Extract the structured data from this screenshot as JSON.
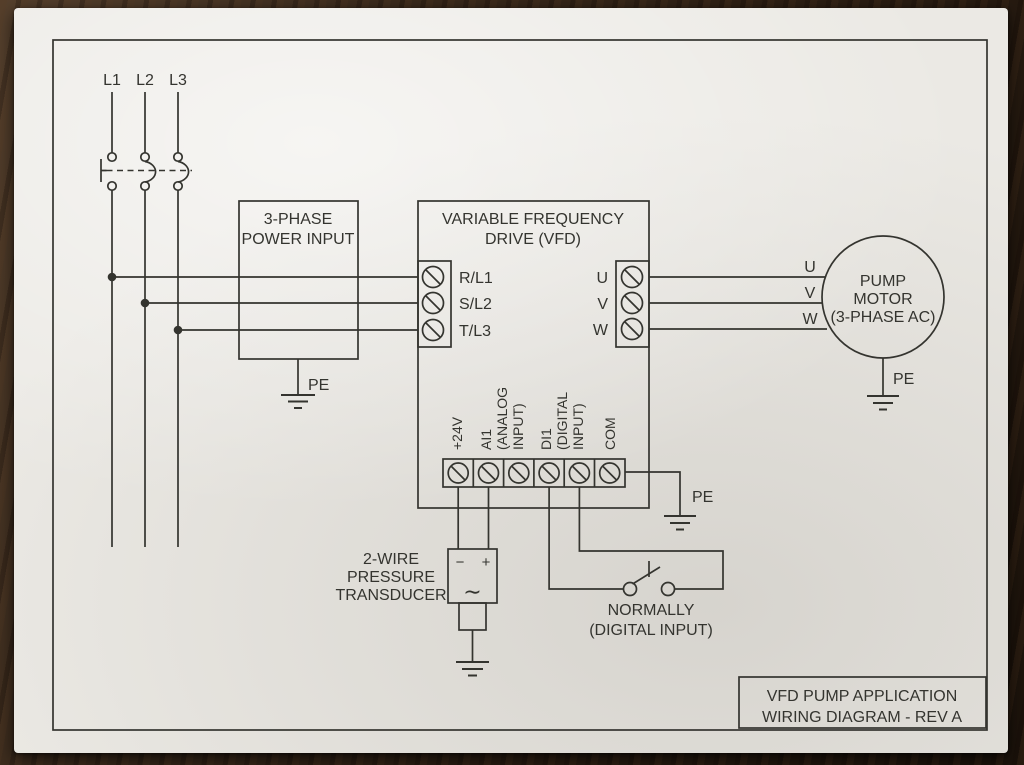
{
  "colors": {
    "ink": "#34342f",
    "paper": "#ebe9e4",
    "wood": "#33251a"
  },
  "supply": {
    "phases": [
      "L1",
      "L2",
      "L3"
    ],
    "box_line1": "3-PHASE",
    "box_line2": "POWER INPUT",
    "pe_label": "PE"
  },
  "vfd": {
    "title_line1": "VARIABLE FREQUENCY",
    "title_line2": "DRIVE (VFD)",
    "input_terminals": [
      "R/L1",
      "S/L2",
      "T/L3"
    ],
    "output_terminals": [
      "U",
      "V",
      "W"
    ],
    "control_terminals": [
      "+24V",
      "AI1",
      "(ANALOG",
      "INPUT)",
      "DI1",
      "(DIGITAL",
      "INPUT)",
      "COM"
    ],
    "pe_label": "PE"
  },
  "motor": {
    "phase_labels": [
      "U",
      "V",
      "W"
    ],
    "name_line1": "PUMP",
    "name_line2": "MOTOR",
    "name_line3": "(3-PHASE AC)",
    "pe_label": "PE"
  },
  "transducer": {
    "label_line1": "2-WIRE",
    "label_line2": "PRESSURE",
    "label_line3": "TRANSDUCER",
    "minus": "−",
    "plus": "+",
    "wave": "∼"
  },
  "switch": {
    "label_line1": "NORMALLY",
    "label_line2": "(DIGITAL INPUT)"
  },
  "title_block": {
    "line1": "VFD PUMP APPLICATION",
    "line2": "WIRING DIAGRAM - REV A"
  }
}
